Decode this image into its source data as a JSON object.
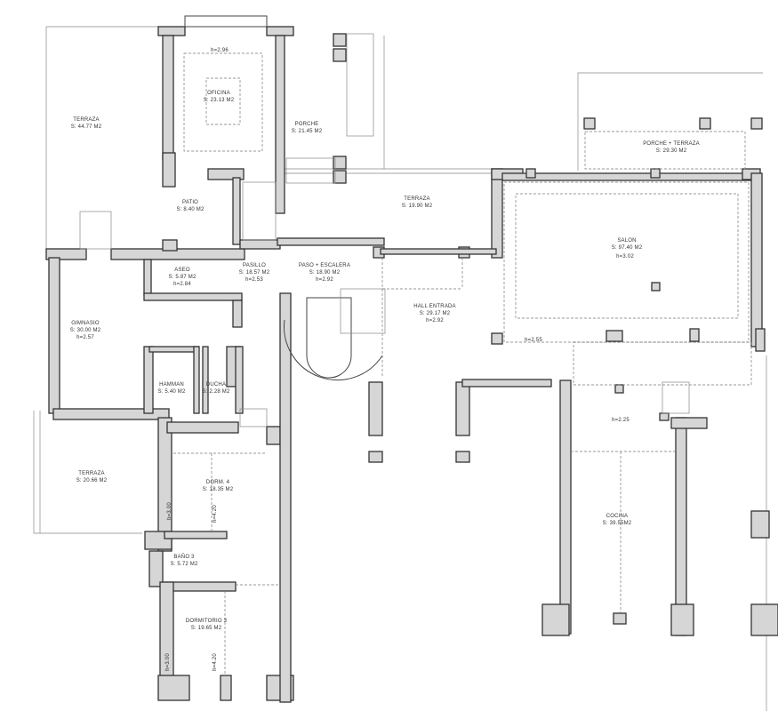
{
  "plan": {
    "rooms": [
      {
        "name": "TERRAZA",
        "area": "S: 44.77 M2"
      },
      {
        "name": "OFICINA",
        "area": "S: 23.13 M2",
        "height": "h=2.96"
      },
      {
        "name": "PORCHE",
        "area": "S: 21.45 M2"
      },
      {
        "name": "PATIO",
        "area": "S: 8.40 M2"
      },
      {
        "name": "TERRAZA",
        "area": "S: 19.90 M2"
      },
      {
        "name": "PORCHE + TERRAZA",
        "area": "S: 29.30 M2"
      },
      {
        "name": "SALON",
        "area": "S: 97.40 M2",
        "height": "h=3.02"
      },
      {
        "name": "ASEO",
        "area": "S: 5.87 M2",
        "height": "h=2.84"
      },
      {
        "name": "PASILLO",
        "area": "S: 18.57 M2",
        "height": "h=2.53"
      },
      {
        "name": "PASO + ESCALERA",
        "area": "S: 18.90 M2",
        "height": "h=2.92"
      },
      {
        "name": "HALL ENTRADA",
        "area": "S: 29.17 M2",
        "height": "h=2.92"
      },
      {
        "name": "GIMNASIO",
        "area": "S: 30.00 M2",
        "height": "h=2.57"
      },
      {
        "name": "HAMMAN",
        "area": "S: 5.40 M2"
      },
      {
        "name": "DUCHA",
        "area": "S: 2.28 M2"
      },
      {
        "name": "TERRAZA",
        "area": "S: 20.66 M2"
      },
      {
        "name": "DORM. 4",
        "area": "S: 18.35 M2"
      },
      {
        "name": "BAÑO 3",
        "area": "S: 5.72 M2"
      },
      {
        "name": "DORMITORIO 3",
        "area": "S: 19.65 M2"
      },
      {
        "name": "COCINA",
        "area": "S: 39.55M2"
      }
    ],
    "heights": {
      "hall_east": "h=2.55",
      "kitchen": "h=2.25",
      "terrace_1": "h=3.00",
      "terrace_2": "h=3.00",
      "bedroom_1": "h=4.20",
      "bedroom_2": "h=4.20"
    }
  }
}
